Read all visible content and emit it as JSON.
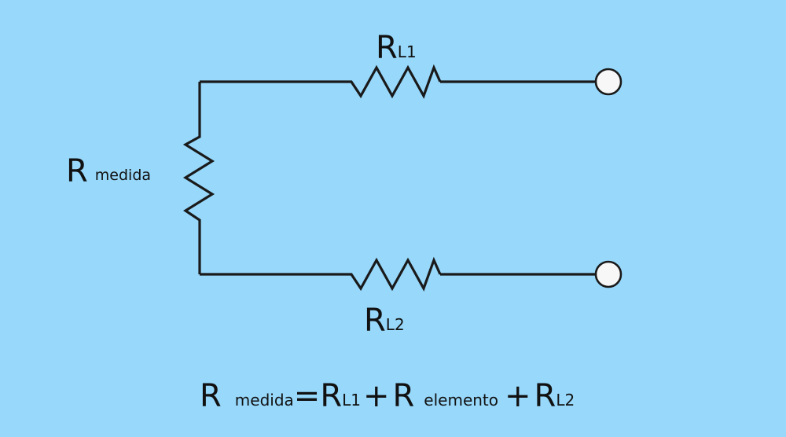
{
  "diagram": {
    "labels": {
      "rl1": {
        "main": "R",
        "sub": "L1"
      },
      "rl2": {
        "main": "R",
        "sub": "L2"
      },
      "rmedida": {
        "main": "R",
        "sub": "medida"
      }
    },
    "formula": {
      "r1": "R",
      "sub_medida": "medida",
      "equals": "=",
      "r2": "R",
      "sub_l1": "L1",
      "plus1": "+",
      "r3": "R",
      "sub_elemento": "elemento",
      "plus2": "+",
      "r4": "R",
      "sub_l2": "L2"
    },
    "colors": {
      "background": "#97d8fb",
      "wire": "#1a1a1a",
      "terminal_fill": "#f7f7f7"
    }
  }
}
